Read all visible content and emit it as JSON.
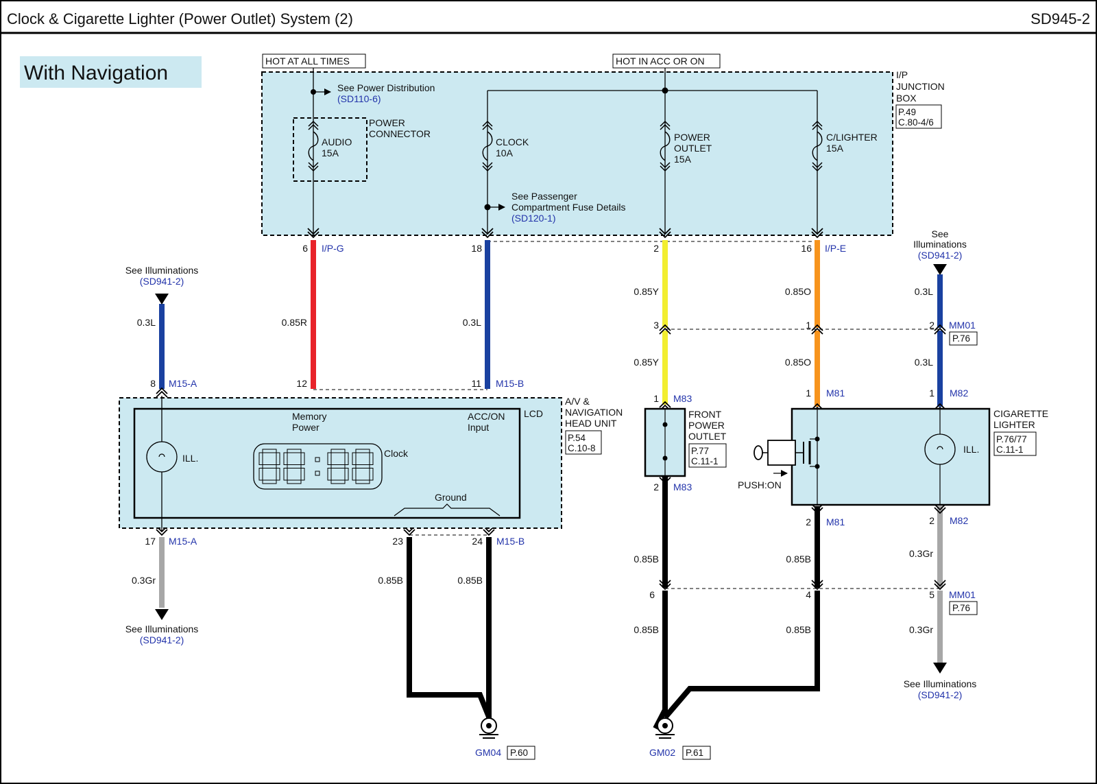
{
  "header": {
    "title": "Clock & Cigarette Lighter (Power Outlet) System (2)",
    "code": "SD945-2"
  },
  "variant_label": "With Navigation",
  "hot_labels": {
    "all_times": "HOT AT ALL TIMES",
    "acc_on": "HOT IN ACC OR ON"
  },
  "junction_box": {
    "name_l1": "I/P",
    "name_l2": "JUNCTION",
    "name_l3": "BOX",
    "ref_l1": "P.49",
    "ref_l2": "C.80-4/6"
  },
  "refs": {
    "power_dist": "See Power Distribution",
    "power_dist_code": "(SD110-6)",
    "fuse_l1": "See Passenger",
    "fuse_l2": "Compartment Fuse Details",
    "fuse_code": "(SD120-1)",
    "see_illum": "See Illuminations",
    "see_l1": "See",
    "illum_word": "Illuminations",
    "illum_code": "(SD941-2)"
  },
  "power_connector": {
    "l1": "POWER",
    "l2": "CONNECTOR"
  },
  "fuses": {
    "audio": {
      "name": "AUDIO",
      "rating": "15A"
    },
    "clock": {
      "name": "CLOCK",
      "rating": "10A"
    },
    "outlet": {
      "name_l1": "POWER",
      "name_l2": "OUTLET",
      "rating": "15A"
    },
    "lighter": {
      "name": "C/LIGHTER",
      "rating": "15A"
    }
  },
  "pins": {
    "p6": "6",
    "p18": "18",
    "p2": "2",
    "p16": "16",
    "p3": "3",
    "p1": "1",
    "p2b": "2",
    "p8": "8",
    "p12": "12",
    "p11": "11",
    "p17": "17",
    "p23": "23",
    "p24": "24",
    "p1_m83": "1",
    "p2_m83": "2",
    "p1_m81": "1",
    "p2_m81": "2",
    "p1_m82": "1",
    "p2_m82": "2",
    "p6b": "6",
    "p4": "4",
    "p5": "5"
  },
  "connectors": {
    "ipg": "I/P-G",
    "ipe": "I/P-E",
    "mm01": "MM01",
    "mm01_ref": "P.76",
    "m15a": "M15-A",
    "m15b": "M15-B",
    "m83": "M83",
    "m81": "M81",
    "m82": "M82"
  },
  "wires": {
    "w085r": "0.85R",
    "w03l": "0.3L",
    "w085y": "0.85Y",
    "w085o": "0.85O",
    "w085b": "0.85B",
    "w03gr": "0.3Gr"
  },
  "head_unit": {
    "name_l1": "A/V &",
    "name_l2": "NAVIGATION",
    "name_l3": "HEAD UNIT",
    "ref_l1": "P.54",
    "ref_l2": "C.10-8",
    "lcd": "LCD",
    "ill": "ILL.",
    "memory_l1": "Memory",
    "memory_l2": "Power",
    "acc_l1": "ACC/ON",
    "acc_l2": "Input",
    "clock": "Clock",
    "ground": "Ground"
  },
  "front_outlet": {
    "l1": "FRONT",
    "l2": "POWER",
    "l3": "OUTLET",
    "ref_l1": "P.77",
    "ref_l2": "C.11-1"
  },
  "cig_lighter": {
    "l1": "CIGARETTE",
    "l2": "LIGHTER",
    "ref_l1": "P.76/77",
    "ref_l2": "C.11-1",
    "ill": "ILL.",
    "push": "PUSH:ON"
  },
  "grounds": {
    "gm04": "GM04",
    "gm04_ref": "P.60",
    "gm02": "GM02",
    "gm02_ref": "P.61"
  },
  "colors": {
    "red": "#e8232a",
    "blue": "#1a41a0",
    "yellow": "#f2ee30",
    "orange": "#f7941d",
    "gray": "#a7a7a7",
    "black": "#000000",
    "box_fill": "#cce9f1",
    "label_blue": "#2233aa"
  }
}
